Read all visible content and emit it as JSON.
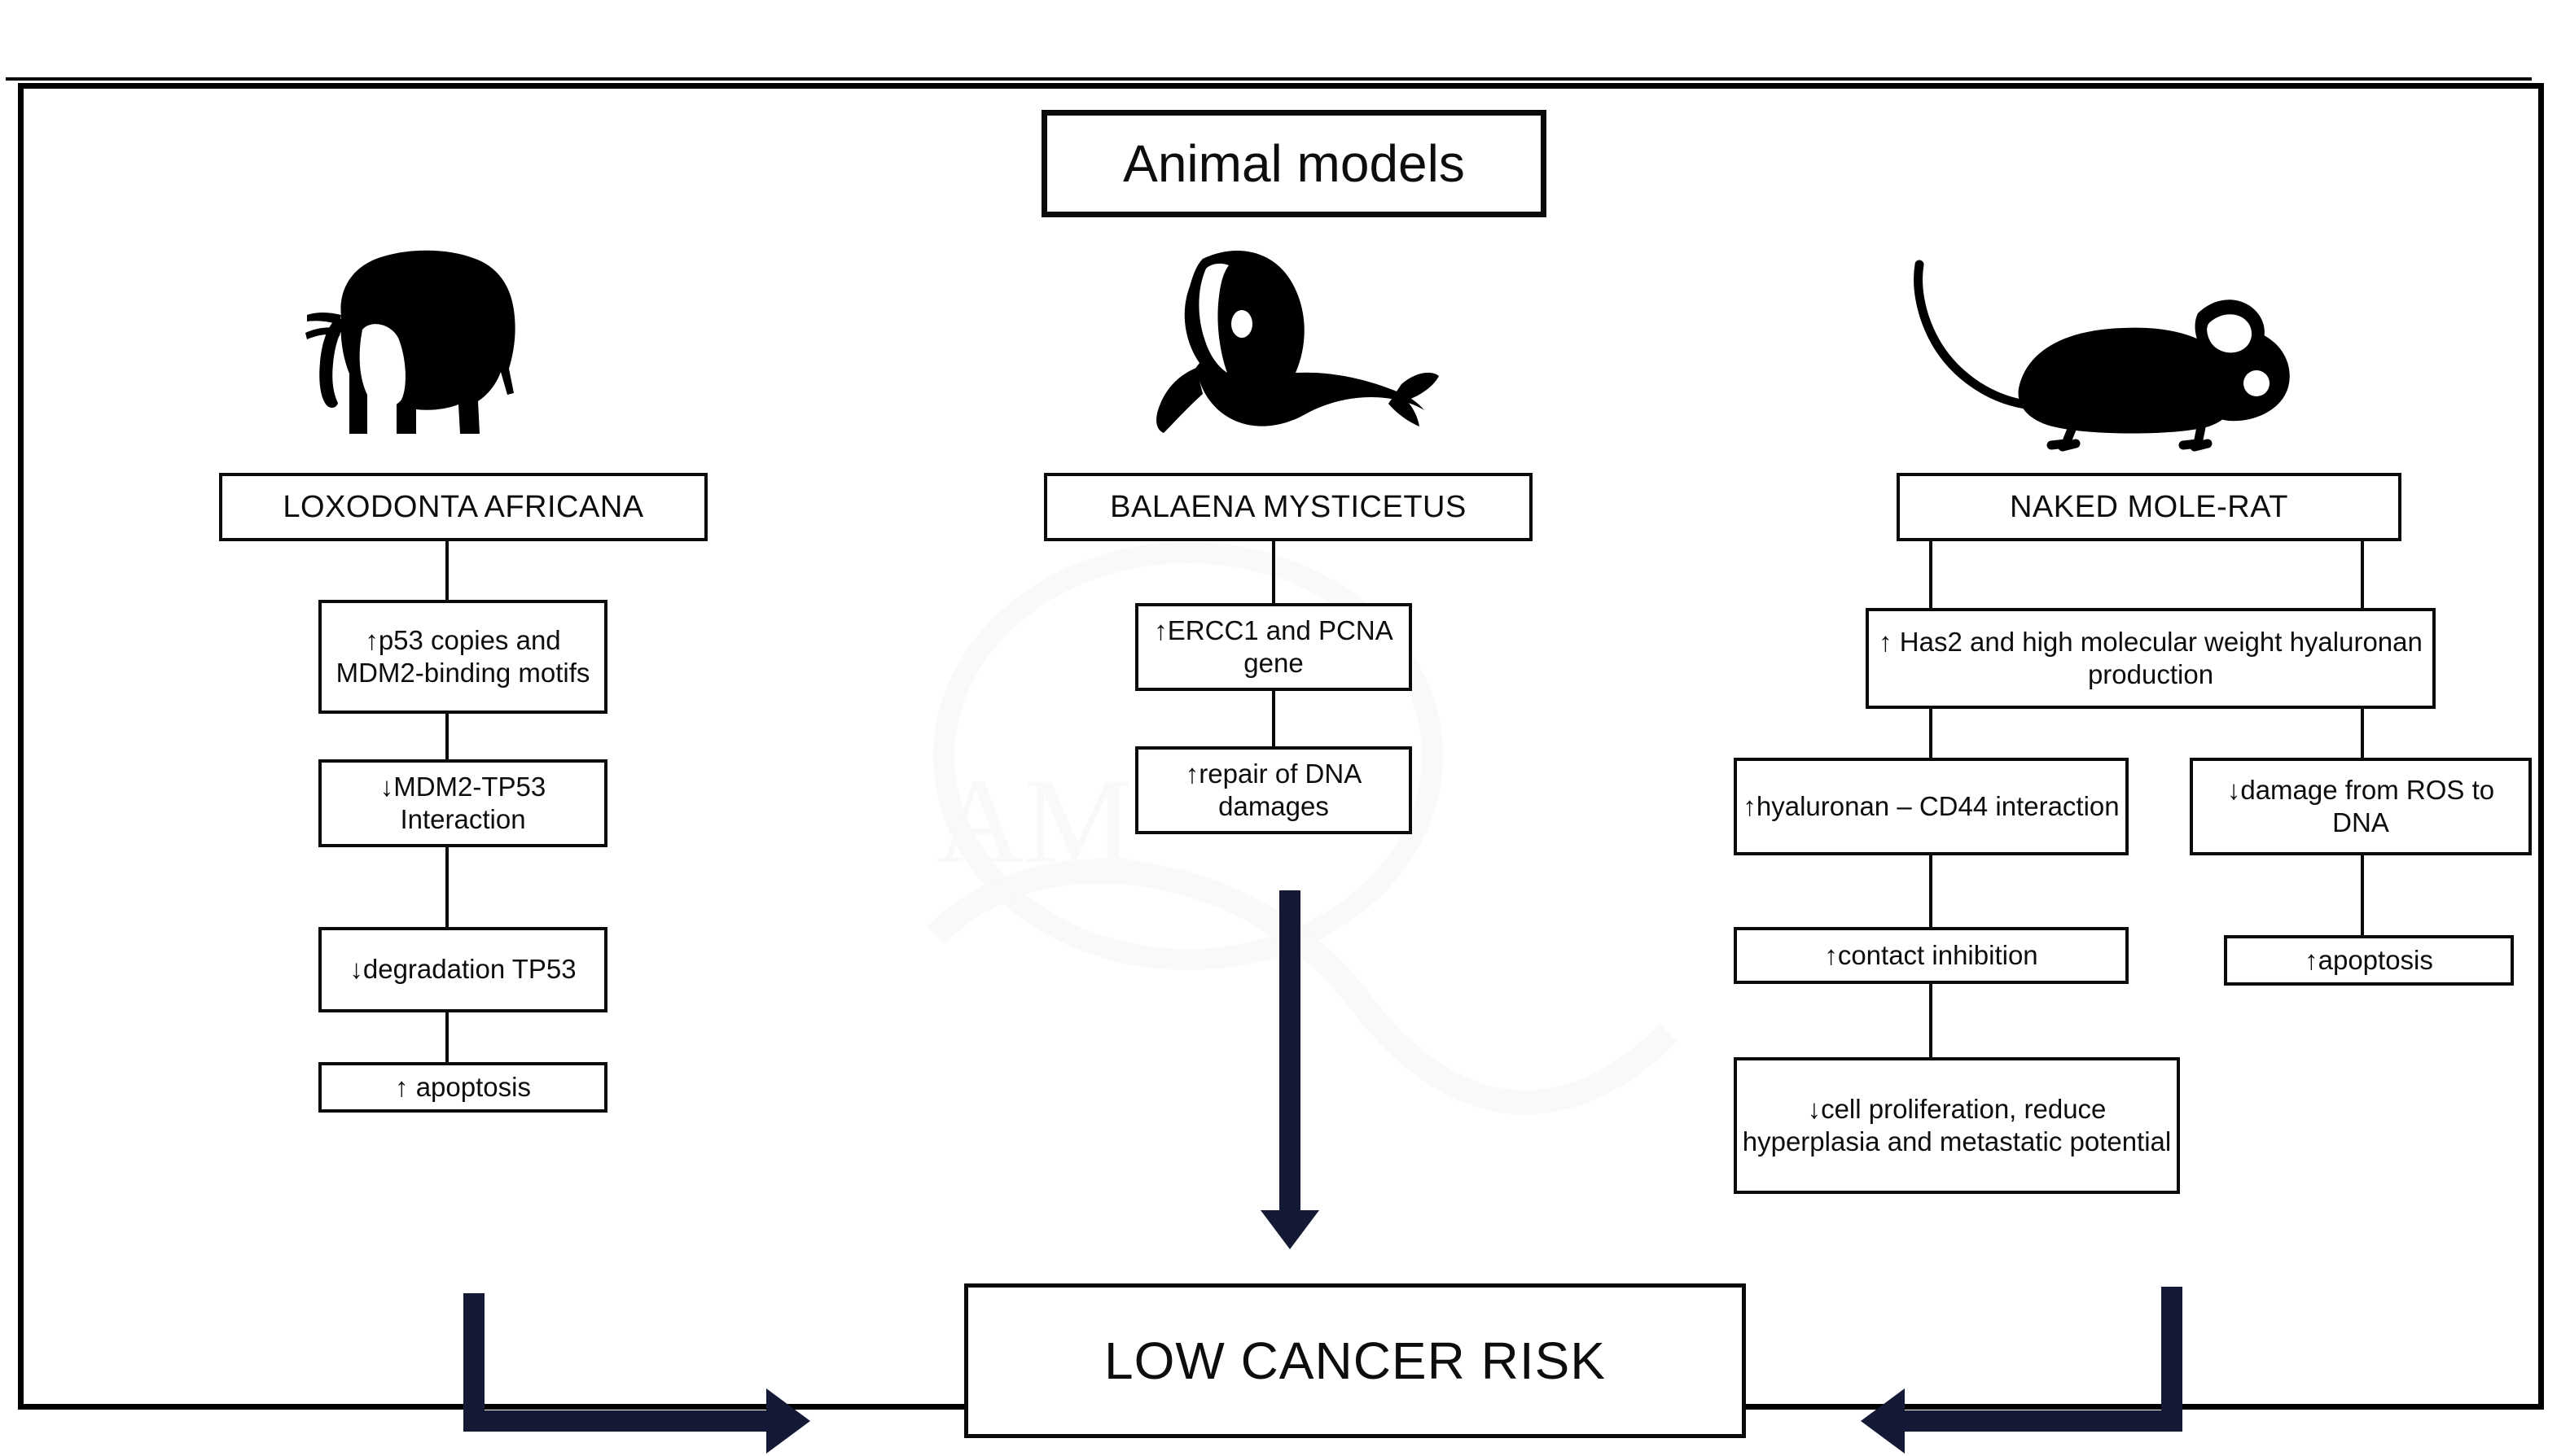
{
  "title": {
    "label": "Animal models"
  },
  "columns": [
    {
      "id": "elephant",
      "icon": "elephant-silhouette",
      "species": "LOXODONTA AFRICANA",
      "steps": [
        "↑p53 copies and MDM2-binding motifs",
        "↓MDM2-TP53 Interaction",
        "↓degradation TP53",
        "↑ apoptosis"
      ]
    },
    {
      "id": "whale",
      "icon": "whale-silhouette",
      "species": "BALAENA MYSTICETUS",
      "steps": [
        "↑ERCC1 and PCNA gene",
        "↑repair of DNA damages"
      ]
    },
    {
      "id": "mole-rat",
      "icon": "mouse-silhouette",
      "species": "NAKED MOLE-RAT",
      "steps": [
        "↑ Has2 and high molecular weight hyaluronan production",
        "↑hyaluronan – CD44 interaction",
        "↓damage from ROS to DNA",
        "↑contact inhibition",
        "↑apoptosis",
        "↓cell proliferation, reduce hyperplasia and metastatic potential"
      ]
    }
  ],
  "result": {
    "label": "LOW CANCER RISK"
  },
  "colors": {
    "arrow_navy": "#141a36",
    "box_border": "#0a0a0a",
    "background": "#ffffff"
  }
}
